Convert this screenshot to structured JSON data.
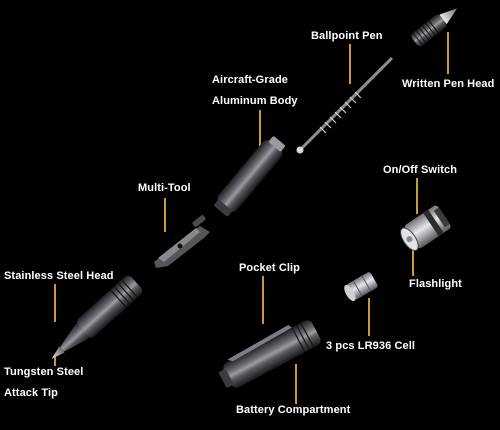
{
  "diagram": {
    "labels": {
      "ballpoint_pen": "Ballpoint Pen",
      "written_pen_head": "Written Pen Head",
      "aircraft_grade_line1": "Aircraft-Grade",
      "aircraft_grade_line2": "Aluminum Body",
      "on_off_switch": "On/Off Switch",
      "multi_tool": "Multi-Tool",
      "stainless_steel_head": "Stainless Steel Head",
      "pocket_clip": "Pocket Clip",
      "flashlight": "Flashlight",
      "cells": "3 pcs LR936 Cell",
      "tungsten_line1": "Tungsten Steel",
      "tungsten_line2": "Attack Tip",
      "battery_compartment": "Battery Compartment"
    },
    "colors": {
      "background": "#000000",
      "label_text": "#ffffff",
      "leader_line": "#c79a3c",
      "metal_dark": "#2a2b2e",
      "metal_mid": "#5a5c60",
      "metal_light": "#b9bbbf"
    }
  }
}
